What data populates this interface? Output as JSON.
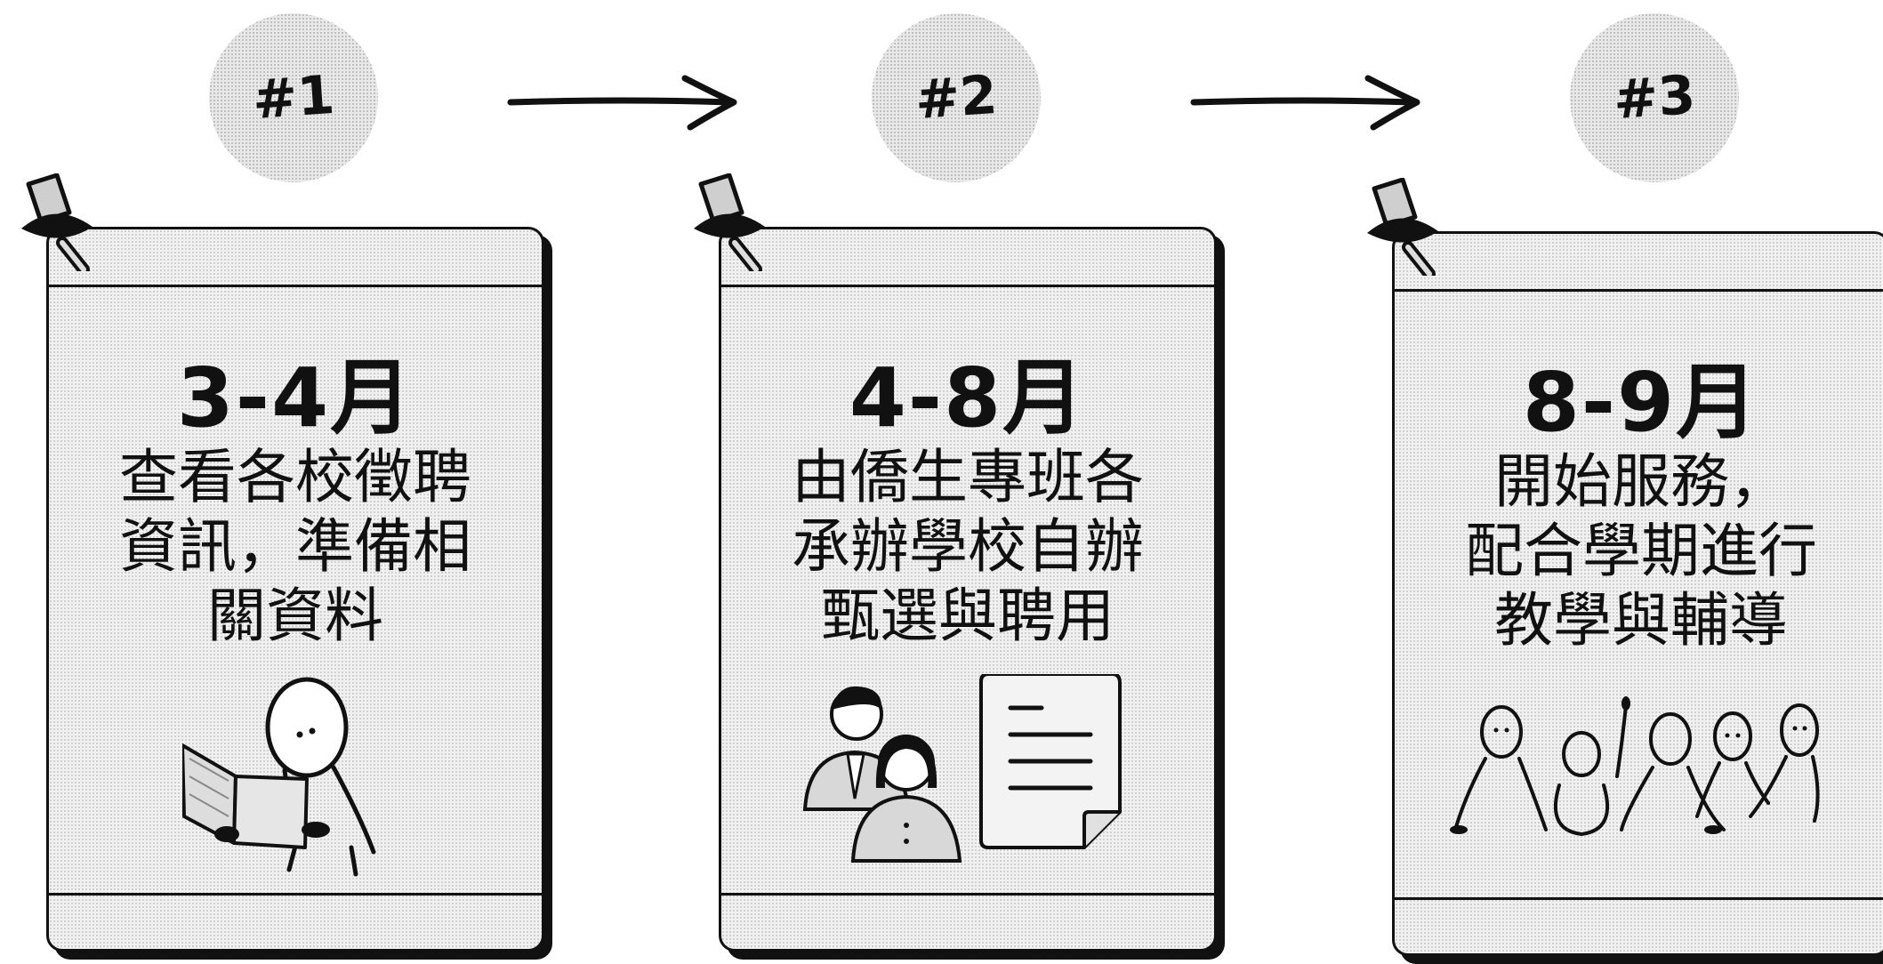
{
  "steps": [
    {
      "badge": "#1",
      "period": "3-4月",
      "lines": [
        "查看各校徵聘",
        "資訊，準備相",
        "關資料"
      ],
      "illustration": "person-reading-book-icon"
    },
    {
      "badge": "#2",
      "period": "4-8月",
      "lines": [
        "由僑生專班各",
        "承辦學校自辦",
        "甄選與聘用"
      ],
      "illustration": "interview-document-icon"
    },
    {
      "badge": "#3",
      "period": "8-9月",
      "lines": [
        "開始服務，",
        "配合學期進行",
        "教學與輔導"
      ],
      "illustration": "classroom-group-icon"
    }
  ],
  "icons": {
    "pin": "pushpin-icon",
    "arrow": "arrow-right-icon"
  },
  "colors": {
    "ink": "#111111",
    "paper": "#f1f1f1",
    "badge": "#e8e8e8"
  }
}
